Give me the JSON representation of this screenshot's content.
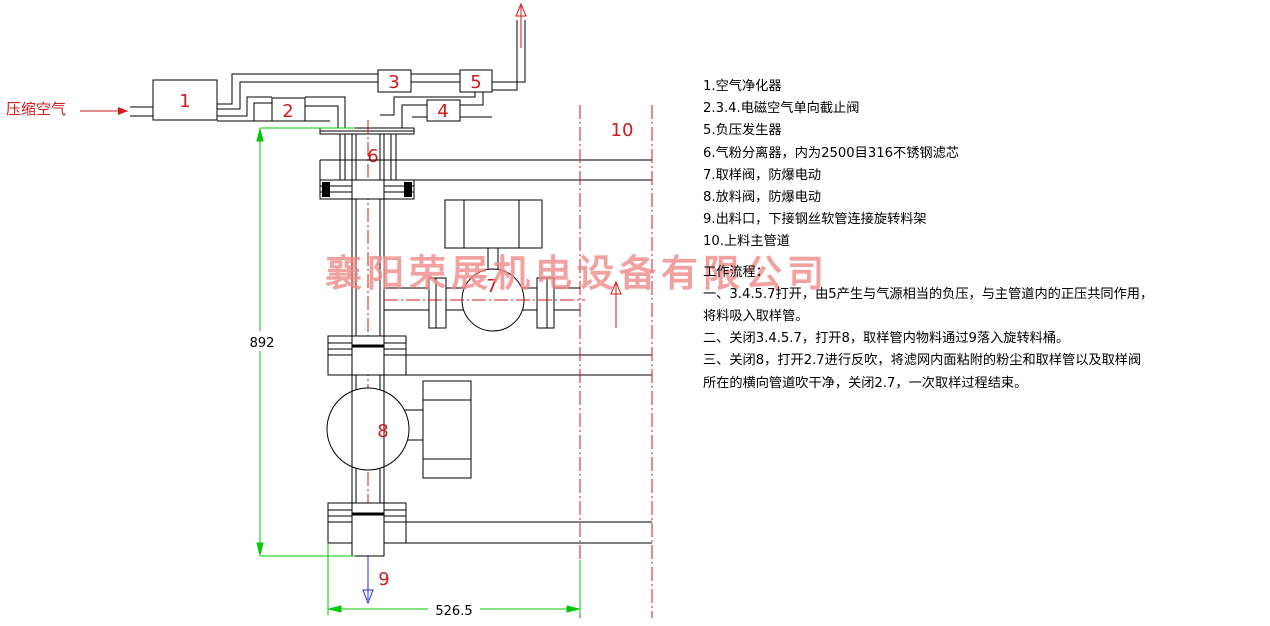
{
  "labels": {
    "input": "压缩空气",
    "n1": "1",
    "n2": "2",
    "n3": "3",
    "n4": "4",
    "n5": "5",
    "n6": "6",
    "n7": "7",
    "n8": "8",
    "n9": "9",
    "n10": "10"
  },
  "dimensions": {
    "height": "892",
    "width": "526.5"
  },
  "watermark": "襄阳荣展机电设备有限公司",
  "legend": {
    "items": [
      "1.空气净化器",
      "2.3.4.电磁空气单向截止阀",
      "5.负压发生器",
      "6.气粉分离器，内为2500目316不锈钢滤芯",
      "7.取样阀，防爆电动",
      "8.放料阀，防爆电动",
      "9.出料口，下接钢丝软管连接旋转料架",
      "10.上料主管道"
    ],
    "process_title": "工作流程：",
    "steps": [
      "一、3.4.5.7打开，由5产生与气源相当的负压，与主管道内的正压共同作用，",
      "将料吸入取样管。",
      "二、关闭3.4.5.7，打开8，取样管内物料通过9落入旋转料桶。",
      "三、关闭8，打开2.7进行反吹，将滤网内面粘附的粉尘和取样管以及取样阀",
      "所在的横向管道吹干净，关闭2.7，一次取样过程结束。"
    ]
  },
  "colors": {
    "line": "#000000",
    "label": "#d11a1a",
    "dimension": "#00c800",
    "flow_arrow": "#1e2fd0",
    "watermark": "#f08a8a"
  }
}
